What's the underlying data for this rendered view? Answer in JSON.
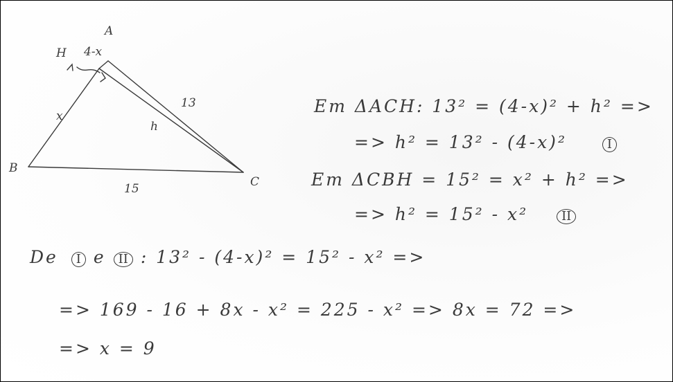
{
  "figure": {
    "vertex_a": "A",
    "vertex_b": "B",
    "vertex_c": "C",
    "foot_h": "H",
    "segment_ah": "4-x",
    "side_bh": "x",
    "height": "h",
    "side_ac": "13",
    "side_bc": "15"
  },
  "solution": {
    "line1": "Em ΔACH: 13² = (4-x)² + h² =>",
    "line2": "=> h² = 13² - (4-x)²",
    "line2_tag": "I",
    "line3": "Em ΔCBH = 15² = x² + h² =>",
    "line4": "=> h² = 15² - x²",
    "line4_tag": "II",
    "line5_prefix": "De",
    "line5_tag1": "I",
    "line5_conj": "e",
    "line5_tag2": "II",
    "line5_rest": ": 13² - (4-x)² = 15² - x² =>",
    "line6": "=> 169 - 16 + 8x - x² = 225 - x² => 8x = 72 =>",
    "line7": "=> x = 9"
  }
}
